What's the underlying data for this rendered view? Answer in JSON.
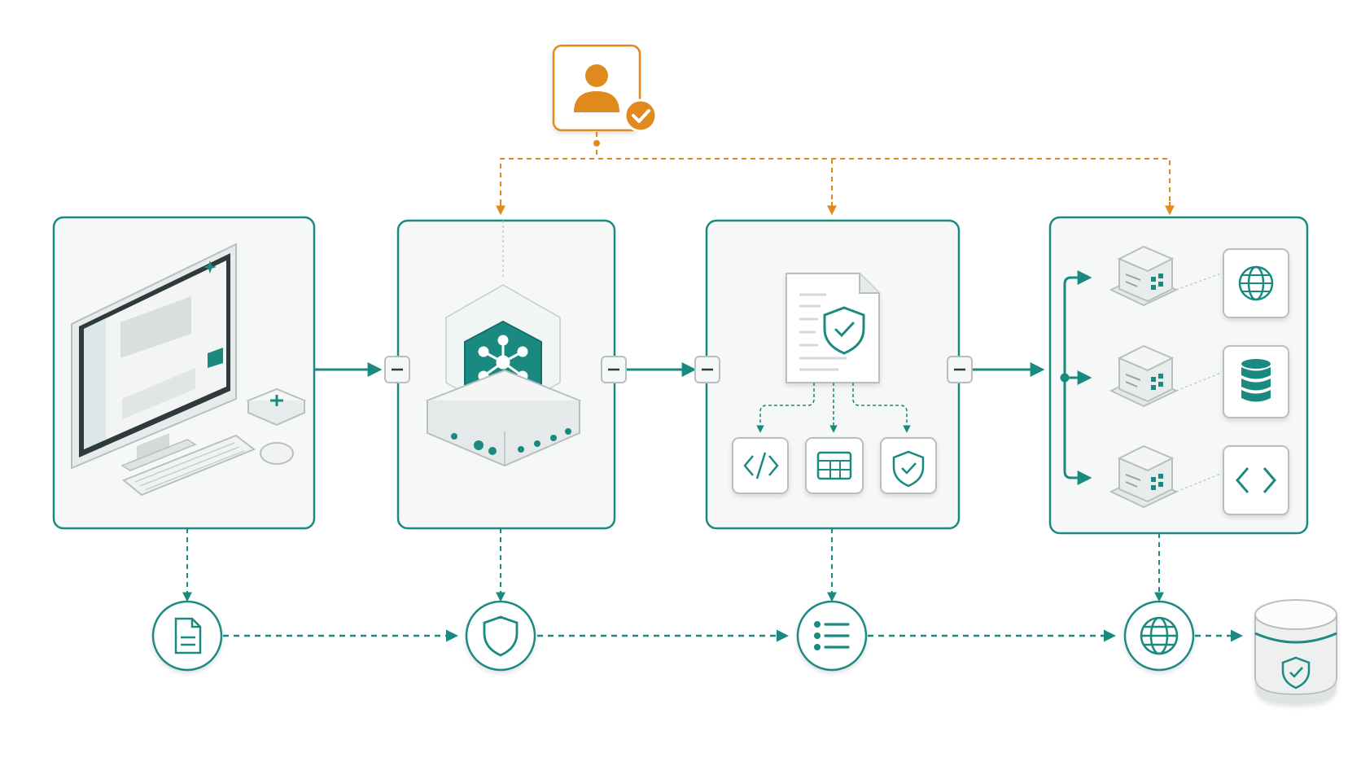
{
  "colors": {
    "teal": "#1a8a80",
    "teal_dark": "#137068",
    "orange": "#e08a1e",
    "stage_border": "#1a8a80",
    "stage_fill": "#f6f8f8",
    "device_fill": "#eef0f0",
    "device_stroke": "#b9bfc0",
    "screen": "#2f3a3d"
  },
  "approver": {
    "icon": "user-check-icon"
  },
  "stages": [
    {
      "id": "client",
      "icons": [
        "desktop-computer-icon",
        "keyboard-icon",
        "mouse-icon",
        "sparkle-icon",
        "send-icon",
        "small-hub-icon"
      ]
    },
    {
      "id": "gateway",
      "icons": [
        "network-hub-icon",
        "appliance-icon"
      ]
    },
    {
      "id": "policy",
      "icons": [
        "shield-document-icon",
        "code-icon",
        "table-icon",
        "shield-check-icon"
      ]
    },
    {
      "id": "services",
      "icons": [
        "server-icon",
        "globe-icon",
        "database-icon",
        "code-brackets-icon"
      ]
    }
  ],
  "pipeline": [
    {
      "id": "log",
      "icon": "document-icon"
    },
    {
      "id": "security",
      "icon": "shield-icon"
    },
    {
      "id": "records",
      "icon": "list-icon"
    },
    {
      "id": "web",
      "icon": "globe-icon"
    }
  ],
  "vault": {
    "icon": "secure-storage-icon"
  }
}
